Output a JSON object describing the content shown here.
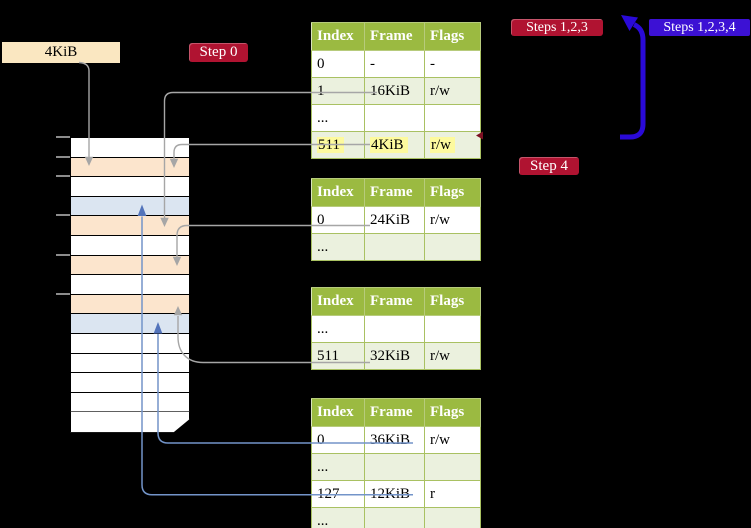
{
  "labels": {
    "frame_size_tag": "4KiB",
    "step0": "Step 0",
    "steps123": "Steps 1,2,3",
    "steps1234": "Steps 1,2,3,4",
    "step4": "Step 4"
  },
  "page_tables": [
    {
      "name": "level-top-table",
      "headers": [
        "Index",
        "Frame",
        "Flags"
      ],
      "rows": [
        {
          "index": "0",
          "frame": "-",
          "flags": "-"
        },
        {
          "index": "1",
          "frame": "16KiB",
          "flags": "r/w"
        },
        {
          "index": "...",
          "frame": "",
          "flags": ""
        },
        {
          "index": "511",
          "frame": "4KiB",
          "flags": "r/w",
          "highlighted": true
        }
      ]
    },
    {
      "name": "second-table",
      "headers": [
        "Index",
        "Frame",
        "Flags"
      ],
      "rows": [
        {
          "index": "0",
          "frame": "24KiB",
          "flags": "r/w"
        },
        {
          "index": "...",
          "frame": "",
          "flags": ""
        }
      ]
    },
    {
      "name": "third-table",
      "headers": [
        "Index",
        "Frame",
        "Flags"
      ],
      "rows": [
        {
          "index": "...",
          "frame": "",
          "flags": ""
        },
        {
          "index": "511",
          "frame": "32KiB",
          "flags": "r/w"
        }
      ]
    },
    {
      "name": "bottom-table",
      "headers": [
        "Index",
        "Frame",
        "Flags"
      ],
      "rows": [
        {
          "index": "0",
          "frame": "36KiB",
          "flags": "r/w"
        },
        {
          "index": "...",
          "frame": "",
          "flags": ""
        },
        {
          "index": "127",
          "frame": "12KiB",
          "flags": "r"
        },
        {
          "index": "...",
          "frame": "",
          "flags": ""
        }
      ]
    }
  ],
  "memory_column": {
    "rows": [
      "white",
      "peach",
      "white",
      "blue",
      "peach",
      "white",
      "peach",
      "white",
      "peach",
      "blue",
      "white",
      "white",
      "white",
      "white",
      "white-torn"
    ],
    "tick_offsets": [
      0,
      1,
      2,
      4,
      6,
      8
    ]
  },
  "colors": {
    "table_header_green": "#9bba41",
    "table_row_shaded": "#ebf1de",
    "cell_highlight_yellow": "#fdfa9e",
    "label_red": "#b01331",
    "label_purple": "#3c11d4",
    "frame_tag_wheat": "#fae7c1",
    "memory_peach": "#fce5cd",
    "memory_blue": "#dbe5f1",
    "connector_gray": "#a6a6a6",
    "connector_blue": "#7394c9",
    "thick_arrow_blue": "#2a0ad8"
  }
}
